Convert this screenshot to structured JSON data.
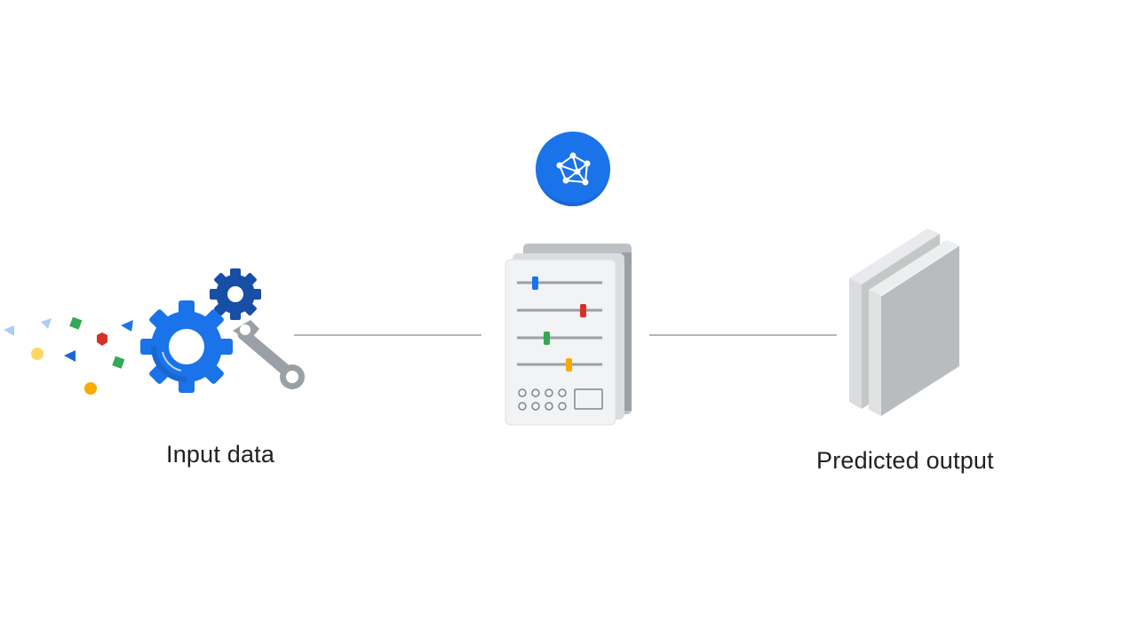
{
  "labels": {
    "input": "Input data",
    "output": "Predicted output"
  },
  "icons": {
    "input": [
      "gear-icon",
      "small-gear-icon",
      "wrench-icon",
      "data-confetti"
    ],
    "model": [
      "neural-network-badge-icon",
      "model-server-icon"
    ],
    "output": [
      "output-document-stack-icon"
    ]
  },
  "colors": {
    "blue": "#1a73e8",
    "dark_blue": "#1967d2",
    "navy": "#174ea6",
    "red": "#d93025",
    "green": "#34a853",
    "yellow": "#f9ab00",
    "gray": "#9aa0a6",
    "connector": "#9e9e9e",
    "text": "#202124"
  }
}
